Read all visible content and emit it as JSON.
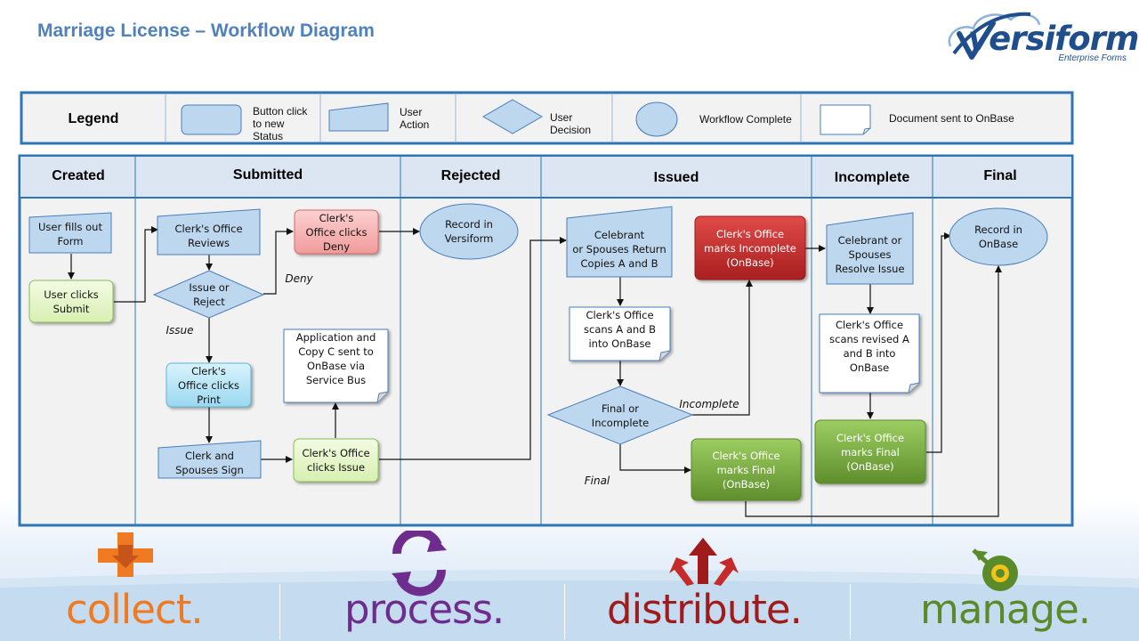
{
  "title": "Marriage License – Workflow Diagram",
  "logo": {
    "word": "versiform",
    "tagline": "Enterprise Forms"
  },
  "legend": {
    "title": "Legend",
    "items": [
      {
        "shape": "button",
        "label": "Button click\nto new\nStatus"
      },
      {
        "shape": "action",
        "label": "User\nAction"
      },
      {
        "shape": "decision",
        "label": "User\nDecision"
      },
      {
        "shape": "complete",
        "label": "Workflow Complete"
      },
      {
        "shape": "document",
        "label": "Document sent to OnBase"
      }
    ]
  },
  "lanes": [
    "Created",
    "Submitted",
    "Rejected",
    "Issued",
    "Incomplete",
    "Final"
  ],
  "nodes": {
    "user_fills": "User fills out\nForm",
    "user_submit": "User clicks\nSubmit",
    "clerk_reviews": "Clerk's Office\nReviews",
    "issue_reject": "Issue or\nReject",
    "clerk_deny": "Clerk's\nOffice clicks\nDeny",
    "clerk_print": "Clerk's\nOffice clicks\nPrint",
    "clerk_sign": "Clerk and\nSpouses Sign",
    "clerk_issue": "Clerk's Office\nclicks Issue",
    "app_copy": "Application and\nCopy C sent to\nOnBase via\nService Bus",
    "record_versiform": "Record in\nVersiform",
    "celebrant_return": "Celebrant\nor Spouses Return\nCopies A and B",
    "clerk_scans": "Clerk's Office\nscans A and B\ninto OnBase",
    "final_incomplete": "Final or\nIncomplete",
    "marks_incomplete": "Clerk's Office\nmarks Incomplete\n(OnBase)",
    "marks_final_issued": "Clerk's Office\nmarks Final\n(OnBase)",
    "celebrant_resolve": "Celebrant or\nSpouses\nResolve Issue",
    "scans_revised": "Clerk's Office\nscans revised A\nand B into\nOnBase",
    "marks_final_incomplete": "Clerk's Office\nmarks Final\n(OnBase)",
    "record_onbase": "Record in\nOnBase"
  },
  "edge_labels": {
    "deny": "Deny",
    "issue": "Issue",
    "incomplete": "Incomplete",
    "final": "Final"
  },
  "footer": [
    "collect.",
    "process.",
    "distribute.",
    "manage."
  ],
  "colors": {
    "title": "#4f81bd",
    "lane_border": "#2e75b6",
    "shape_fill": "#bdd7ee",
    "shape_stroke": "#4a7ebb",
    "green_light": "#e2f5c4",
    "green_dark": "#76a83c",
    "red_light": "#f8b3b3",
    "red_dark": "#c0302f",
    "cyan": "#b6e6f7",
    "collect": "#f07a21",
    "process": "#6e2d8c",
    "distribute": "#a01b1b",
    "manage": "#5b8a2b"
  }
}
